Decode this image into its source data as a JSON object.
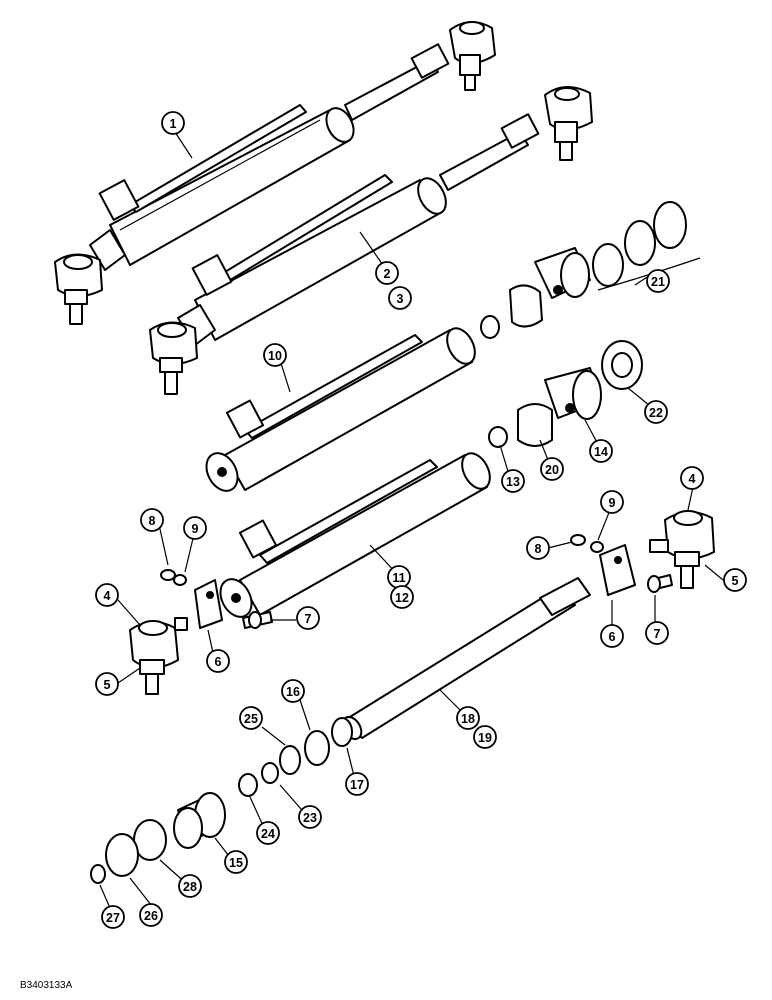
{
  "callouts": [
    {
      "id": "c1",
      "label": "1"
    },
    {
      "id": "c2",
      "label": "2"
    },
    {
      "id": "c3",
      "label": "3"
    },
    {
      "id": "c10",
      "label": "10"
    },
    {
      "id": "c21",
      "label": "21"
    },
    {
      "id": "c22",
      "label": "22"
    },
    {
      "id": "c14",
      "label": "14"
    },
    {
      "id": "c20",
      "label": "20"
    },
    {
      "id": "c13",
      "label": "13"
    },
    {
      "id": "c11",
      "label": "11"
    },
    {
      "id": "c12",
      "label": "12"
    },
    {
      "id": "c8a",
      "label": "8"
    },
    {
      "id": "c9a",
      "label": "9"
    },
    {
      "id": "c4a",
      "label": "4"
    },
    {
      "id": "c5a",
      "label": "5"
    },
    {
      "id": "c6a",
      "label": "6"
    },
    {
      "id": "c7a",
      "label": "7"
    },
    {
      "id": "c4b",
      "label": "4"
    },
    {
      "id": "c5b",
      "label": "5"
    },
    {
      "id": "c8b",
      "label": "8"
    },
    {
      "id": "c9b",
      "label": "9"
    },
    {
      "id": "c6b",
      "label": "6"
    },
    {
      "id": "c7b",
      "label": "7"
    },
    {
      "id": "c16",
      "label": "16"
    },
    {
      "id": "c25",
      "label": "25"
    },
    {
      "id": "c18",
      "label": "18"
    },
    {
      "id": "c19",
      "label": "19"
    },
    {
      "id": "c17",
      "label": "17"
    },
    {
      "id": "c23",
      "label": "23"
    },
    {
      "id": "c24",
      "label": "24"
    },
    {
      "id": "c15",
      "label": "15"
    },
    {
      "id": "c28",
      "label": "28"
    },
    {
      "id": "c26",
      "label": "26"
    },
    {
      "id": "c27",
      "label": "27"
    }
  ],
  "doc_id": "B3403133A"
}
